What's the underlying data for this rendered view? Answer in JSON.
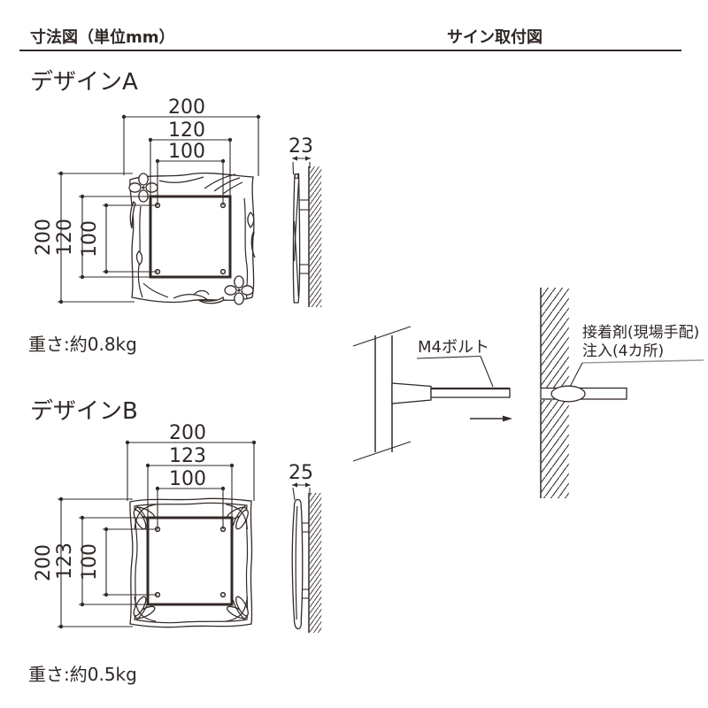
{
  "colors": {
    "ink": "#322a27",
    "leader_gray": "#9b9b9b",
    "background": "#ffffff"
  },
  "header": {
    "left_title": "寸法図（単位mm）",
    "right_title": "サイン取付図"
  },
  "design_a": {
    "title": "デザインA",
    "weight": "重さ:約0.8kg",
    "front_dims": {
      "h": [
        "200",
        "120",
        "100"
      ],
      "v": [
        "200",
        "120",
        "100"
      ]
    },
    "side_thickness": "23"
  },
  "design_b": {
    "title": "デザインB",
    "weight": "重さ:約0.5kg",
    "front_dims": {
      "h": [
        "200",
        "123",
        "100"
      ],
      "v": [
        "200",
        "123",
        "100"
      ]
    },
    "side_thickness": "25"
  },
  "mounting": {
    "bolt_label": "M4ボルト",
    "adhesive_line1": "接着剤(現場手配)",
    "adhesive_line2": "注入(4カ所)"
  }
}
